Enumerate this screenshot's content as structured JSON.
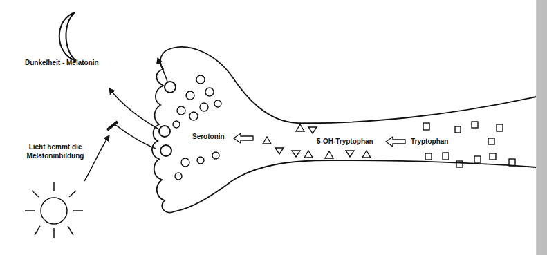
{
  "diagram": {
    "labels": [
      "Dunkelheit - Melatonin",
      "Licht hemmt die Melatoninbildung",
      "Serotonin",
      "5-OH-Tryptophan",
      "Tryptophan"
    ]
  }
}
